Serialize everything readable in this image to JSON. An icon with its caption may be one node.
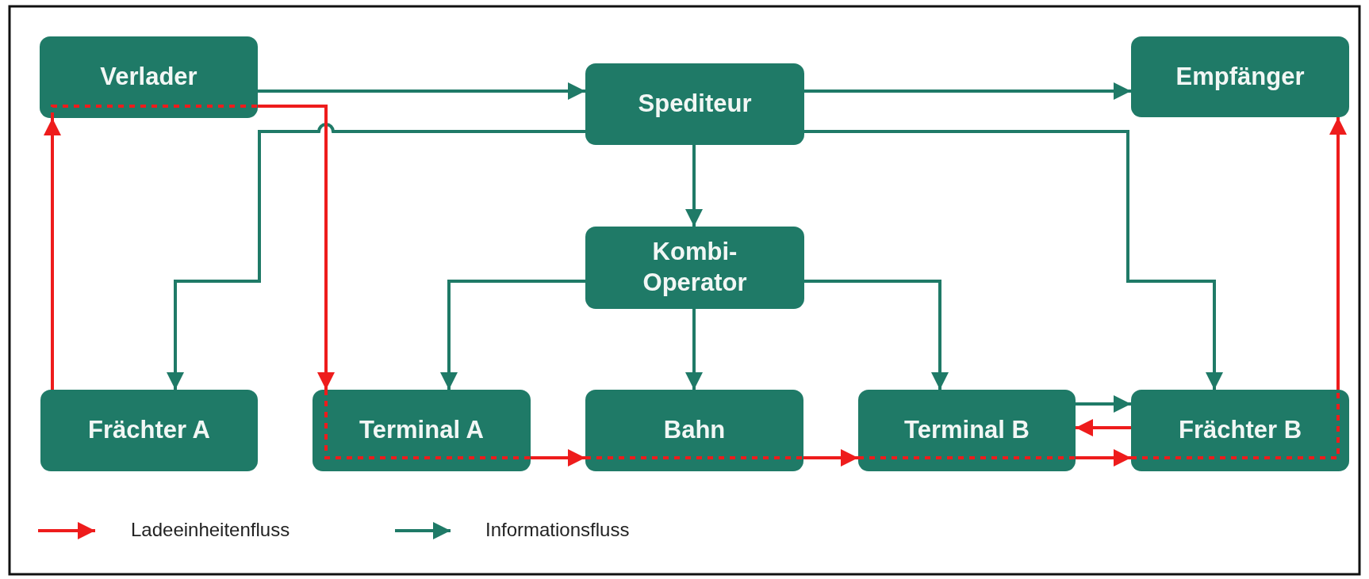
{
  "diagram": {
    "nodes": [
      {
        "text": [
          "Verlader"
        ]
      },
      {
        "text": [
          "Spediteur"
        ]
      },
      {
        "text": [
          "Empfänger"
        ]
      },
      {
        "text": [
          "Kombi- Operator"
        ]
      },
      {
        "text": [
          "Frächter A"
        ]
      },
      {
        "text": [
          "Terminal A"
        ]
      },
      {
        "text": [
          "Bahn"
        ]
      },
      {
        "text": [
          "Terminal B"
        ]
      },
      {
        "text": [
          "Frächter B"
        ]
      }
    ],
    "edges": [
      {
        "from": 0,
        "to": 1,
        "arrow": "to"
      },
      {
        "from": 1,
        "to": 2,
        "arrow": "to"
      },
      {
        "from": 1,
        "to": 4,
        "arrow": "to"
      },
      {
        "from": 1,
        "to": 8,
        "arrow": "to"
      },
      {
        "from": 1,
        "to": 3,
        "arrow": "to"
      },
      {
        "from": 3,
        "to": 5,
        "arrow": "to"
      },
      {
        "from": 3,
        "to": 6,
        "arrow": "to"
      },
      {
        "from": 3,
        "to": 7,
        "arrow": "to"
      },
      {
        "from": 4,
        "to": 0,
        "arrow": "to",
        "color": "#ee1c1c"
      },
      {
        "from": 0,
        "to": 5,
        "arrow": "to",
        "color": "#ee1c1c"
      },
      {
        "from": 5,
        "to": 6,
        "arrow": "to",
        "color": "#ee1c1c"
      },
      {
        "from": 6,
        "to": 7,
        "arrow": "to",
        "color": "#ee1c1c"
      },
      {
        "from": 7,
        "to": 8,
        "arrow": "to",
        "color": "#ee1c1c"
      },
      {
        "from": 7,
        "to": 8,
        "arrow": "to"
      },
      {
        "from": 8,
        "to": 7,
        "arrow": "to",
        "color": "#ee1c1c"
      },
      {
        "from": 8,
        "to": 2,
        "arrow": "to",
        "color": "#ee1c1c"
      }
    ],
    "legend": [
      {
        "text": "Ladeeinheitenfluss"
      },
      {
        "text": "Informationsfluss"
      }
    ]
  }
}
